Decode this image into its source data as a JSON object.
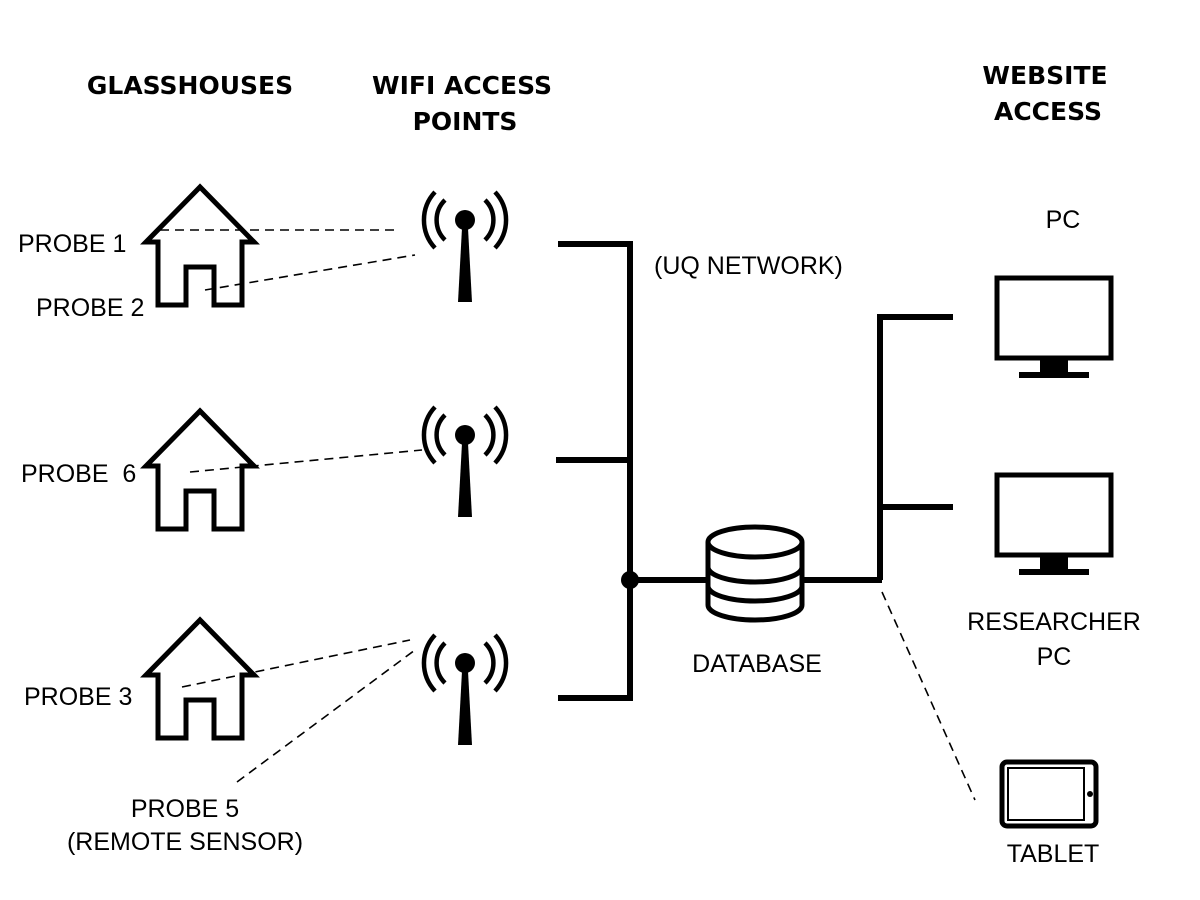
{
  "headers": {
    "glasshouses": "GLASSHOUSES",
    "wifi_line1": "WIFI ACCESS",
    "wifi_line2": "POINTS",
    "website_line1": "WEBSITE",
    "website_line2": "ACCESS"
  },
  "probes": {
    "probe1": "PROBE 1",
    "probe2": "PROBE 2",
    "probe6": "PROBE  6",
    "probe3": "PROBE 3",
    "probe5_line1": "PROBE 5",
    "probe5_line2": "(REMOTE SENSOR)"
  },
  "network": {
    "uq_network": "(UQ NETWORK)",
    "database": "DATABASE"
  },
  "devices": {
    "pc": "PC",
    "researcher_line1": "RESEARCHER",
    "researcher_line2": "PC",
    "tablet": "TABLET"
  },
  "icons": {
    "house": "house-icon",
    "antenna": "wifi-antenna-icon",
    "database": "database-icon",
    "monitor": "monitor-icon",
    "tablet": "tablet-icon"
  },
  "colors": {
    "ink": "#000000",
    "background": "#ffffff"
  }
}
